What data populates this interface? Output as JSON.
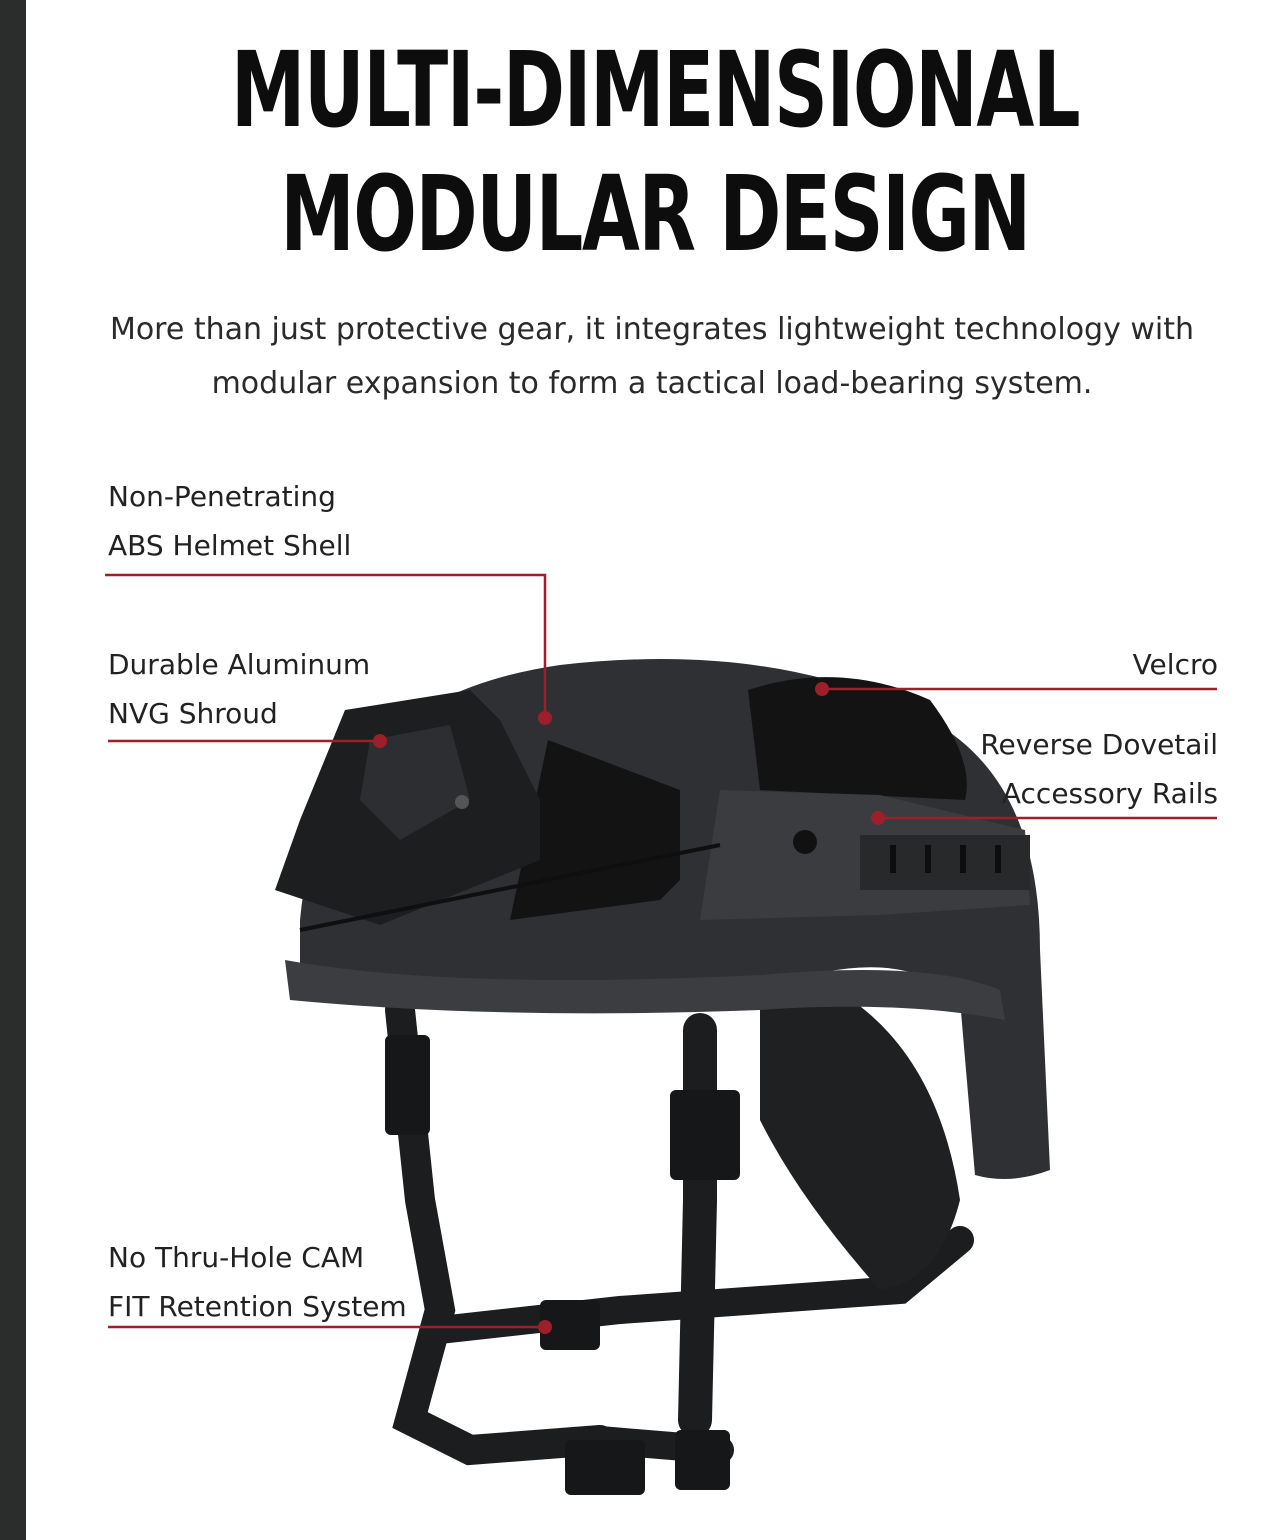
{
  "header": {
    "title_line1": "MULTI-DIMENSIONAL",
    "title_line2": "MODULAR DESIGN",
    "subtitle_line1": "More than just protective gear, it integrates lightweight technology with",
    "subtitle_line2": "modular expansion to form a tactical load-bearing system."
  },
  "callouts": {
    "shell": {
      "line1": "Non-Penetrating",
      "line2": "ABS Helmet Shell"
    },
    "nvg": {
      "line1": "Durable Aluminum",
      "line2": "NVG Shroud"
    },
    "velcro": {
      "line1": "Velcro"
    },
    "rails": {
      "line1": "Reverse Dovetail",
      "line2": "Accessory Rails"
    },
    "retention": {
      "line1": "No Thru-Hole CAM",
      "line2": "FIT Retention System"
    }
  },
  "colors": {
    "leader_line": "#9c1f2a",
    "helmet": "#2e3033",
    "side_bar": "#2a2d2b"
  }
}
